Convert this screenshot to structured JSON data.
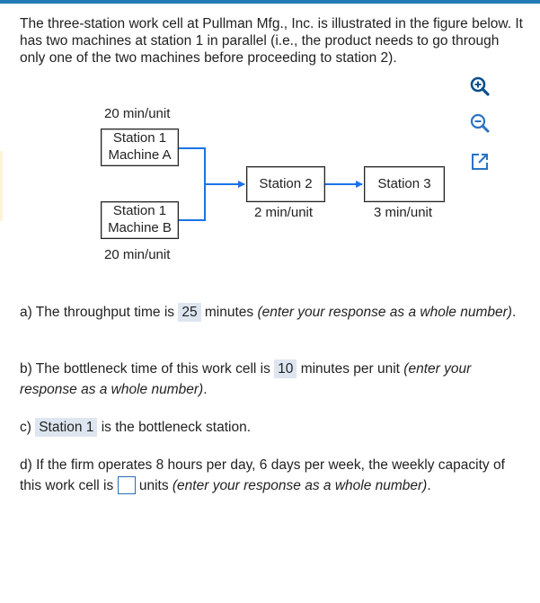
{
  "intro": "The three-station work cell at Pullman Mfg., Inc. is illustrated in the figure below. It has two machines at station 1 in parallel (i.e., the product needs to go through only one of the two machines before proceeding to station 2).",
  "toolbar": {
    "zoom_in_icon": "zoom-in-icon",
    "zoom_out_icon": "zoom-out-icon",
    "popout_icon": "popout-icon",
    "accent": "#1f7ab5"
  },
  "figure": {
    "machine_a": {
      "time": "20 min/unit",
      "line1": "Station 1",
      "line2": "Machine A"
    },
    "machine_b": {
      "time": "20 min/unit",
      "line1": "Station 1",
      "line2": "Machine B"
    },
    "station2": {
      "label": "Station 2",
      "time": "2 min/unit"
    },
    "station3": {
      "label": "Station 3",
      "time": "3 min/unit"
    },
    "arrow_color": "#1a73e8"
  },
  "questions": {
    "a": {
      "pre": "a) The throughput time is ",
      "answer": "25",
      "mid": " minutes ",
      "hint": "(enter your response as a whole number)",
      "post": "."
    },
    "b": {
      "pre": "b) The bottleneck time of this work cell is ",
      "answer": "10",
      "mid": " minutes per unit ",
      "hint": "(enter your response as a whole number)",
      "post": "."
    },
    "c": {
      "pre": "c) ",
      "answer": "Station 1",
      "post": " is the bottleneck station."
    },
    "d": {
      "pre": "d) If the firm operates 8 hours per day, 6 days per week, the weekly capacity of this work cell is ",
      "answer": "",
      "mid": " units ",
      "hint": "(enter your response as a whole number)",
      "post": "."
    }
  }
}
